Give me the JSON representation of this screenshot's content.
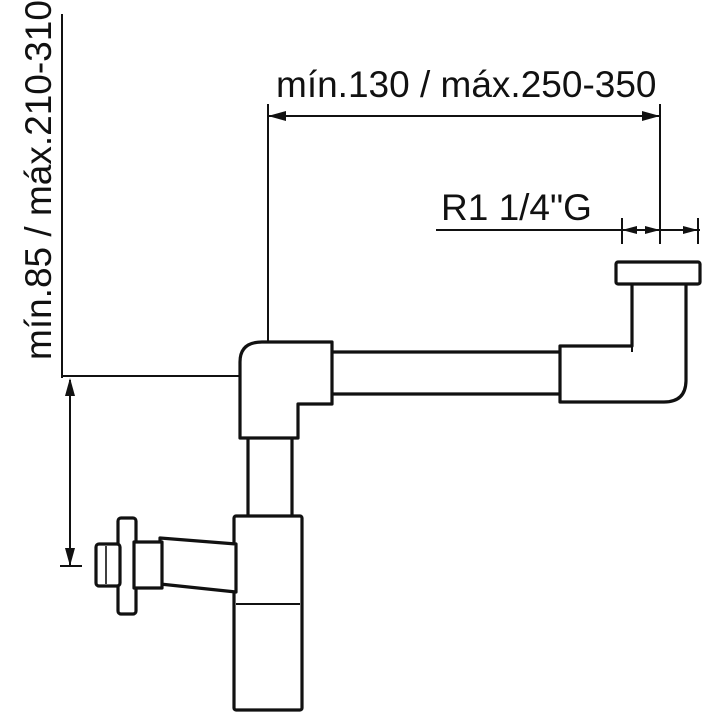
{
  "dimensions": {
    "horizontal_reach": "mín.130 / máx.250-350",
    "vertical_height": "mín.85 / máx.210-310",
    "thread_size": "R1 1/4\"G"
  }
}
